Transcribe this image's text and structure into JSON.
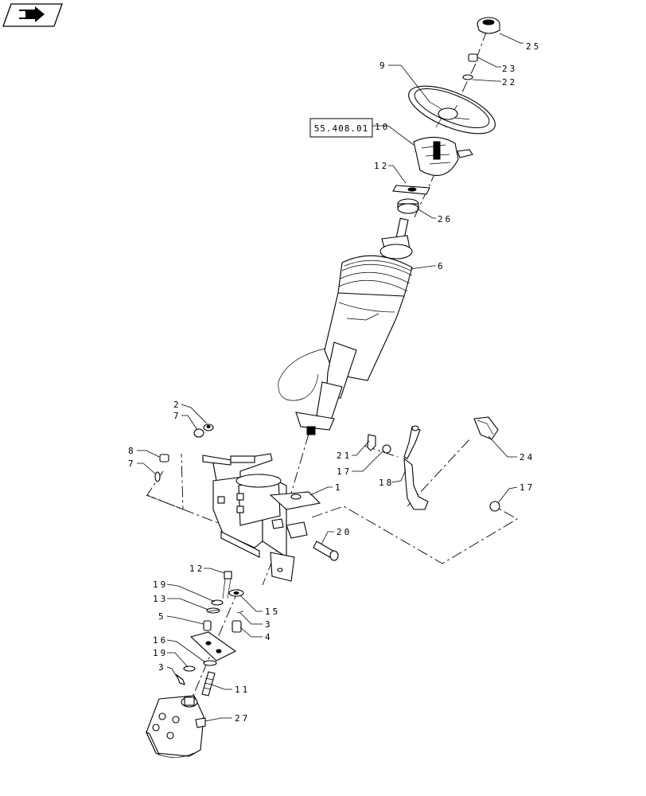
{
  "nav_icon": "back-arrow-icon",
  "reference_box": "55.408.01",
  "callouts": {
    "c25": "25",
    "c23": "23",
    "c22": "22",
    "c9": "9",
    "c10": "10",
    "c12a": "12",
    "c26": "26",
    "c6": "6",
    "c2": "2",
    "c7a": "7",
    "c8": "8",
    "c7b": "7",
    "c21": "21",
    "c17a": "17",
    "c18": "18",
    "c24": "24",
    "c17b": "17",
    "c1": "1",
    "c20": "20",
    "c12b": "12",
    "c19a": "19",
    "c13": "13",
    "c15": "15",
    "c3a": "3",
    "c5": "5",
    "c4": "4",
    "c16": "16",
    "c19b": "19",
    "c3b": "3",
    "c11": "11",
    "c27": "27"
  }
}
